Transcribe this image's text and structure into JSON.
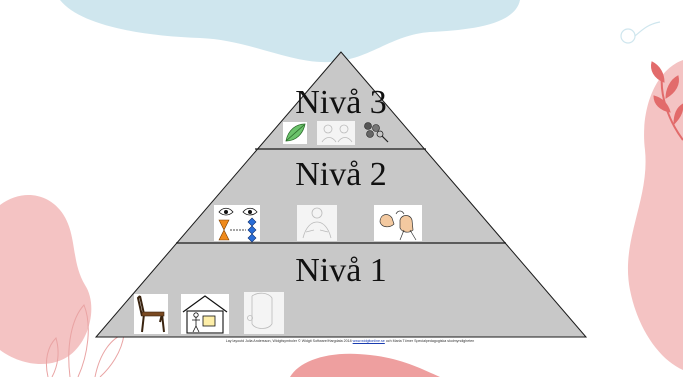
{
  "colors": {
    "background": "#ffffff",
    "pyramid_fill": "#c8c8c8",
    "pyramid_stroke": "#1a1a1a",
    "blob_blue": "#cfe6ee",
    "blob_pink": "#f4c3c3",
    "blob_pink_dark": "#ee9f9f",
    "branch": "#e26b6b"
  },
  "pyramid": {
    "levels": [
      {
        "label": "Nivå 3",
        "icons": [
          "leaf-icon",
          "hands-sign-icon",
          "magnifier-icon"
        ]
      },
      {
        "label": "Nivå 2",
        "icons": [
          "look-at-each-other-icon",
          "hands-sign-icon",
          "gesture-hands-icon"
        ]
      },
      {
        "label": "Nivå 1",
        "icons": [
          "chair-icon",
          "house-icon",
          "person-icon"
        ]
      }
    ]
  },
  "footer": {
    "credit_before": "Lay layoutd Julia Andersson, Widgitsymboler © Widgit Software/Hargdata 2018",
    "credit_link": "www.widgitonline.se",
    "credit_after": "och Maria Törner Specialpedagogiska skolmyndigheten"
  }
}
